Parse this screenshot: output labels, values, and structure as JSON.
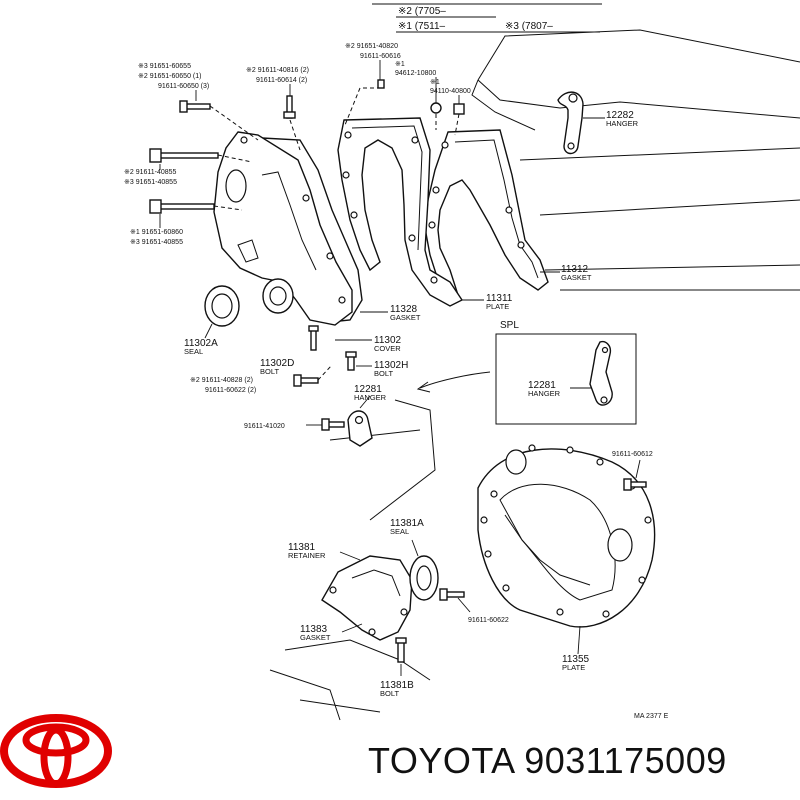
{
  "header": {
    "line1": "※2 (7705–",
    "line2a": "※1 (7511–",
    "line2b": "※3 (7807–"
  },
  "labels": {
    "l1": "※3 91651-60655",
    "l2": "※2 91651-60650 (1)",
    "l3": "91611-60650 (3)",
    "l4": "※2 91611-40816 (2)",
    "l5": "91611-60614 (2)",
    "l6": "※2 91651-40820",
    "l7": "91611-60616",
    "l8": "※1",
    "l9": "94612-10800",
    "l10": "※1",
    "l11": "94110-40800",
    "l12": "※2 91611-40855",
    "l13": "※3 91651-40855",
    "l14": "※1 91651-60860",
    "l15": "※3 91651-40855",
    "l16": "※2 91611-40828 (2)",
    "l17": "91611-60622 (2)",
    "l18": "91611-41020",
    "l19": "91611-60612",
    "l20": "91611-60622"
  },
  "parts": {
    "p12282": {
      "num": "12282",
      "name": "HANGER"
    },
    "p11312": {
      "num": "11312",
      "name": "GASKET"
    },
    "p11311": {
      "num": "11311",
      "name": "PLATE"
    },
    "p11328": {
      "num": "11328",
      "name": "GASKET"
    },
    "p11302": {
      "num": "11302",
      "name": "COVER"
    },
    "p11302H": {
      "num": "11302H",
      "name": "BOLT"
    },
    "p11302A": {
      "num": "11302A",
      "name": "SEAL"
    },
    "p11302D": {
      "num": "11302D",
      "name": "BOLT"
    },
    "p12281": {
      "num": "12281",
      "name": "HANGER"
    },
    "p12281spl": {
      "num": "12281",
      "name": "HANGER"
    },
    "p11381A": {
      "num": "11381A",
      "name": "SEAL"
    },
    "p11381": {
      "num": "11381",
      "name": "RETAINER"
    },
    "p11383": {
      "num": "11383",
      "name": "GASKET"
    },
    "p11381B": {
      "num": "11381B",
      "name": "BOLT"
    },
    "p11355": {
      "num": "11355",
      "name": "PLATE"
    }
  },
  "spl_label": "SPL",
  "code": "MA 2377 E",
  "brand_text": "TOYOTA 9031175009",
  "colors": {
    "logo": "#e00000",
    "ink": "#111111"
  }
}
